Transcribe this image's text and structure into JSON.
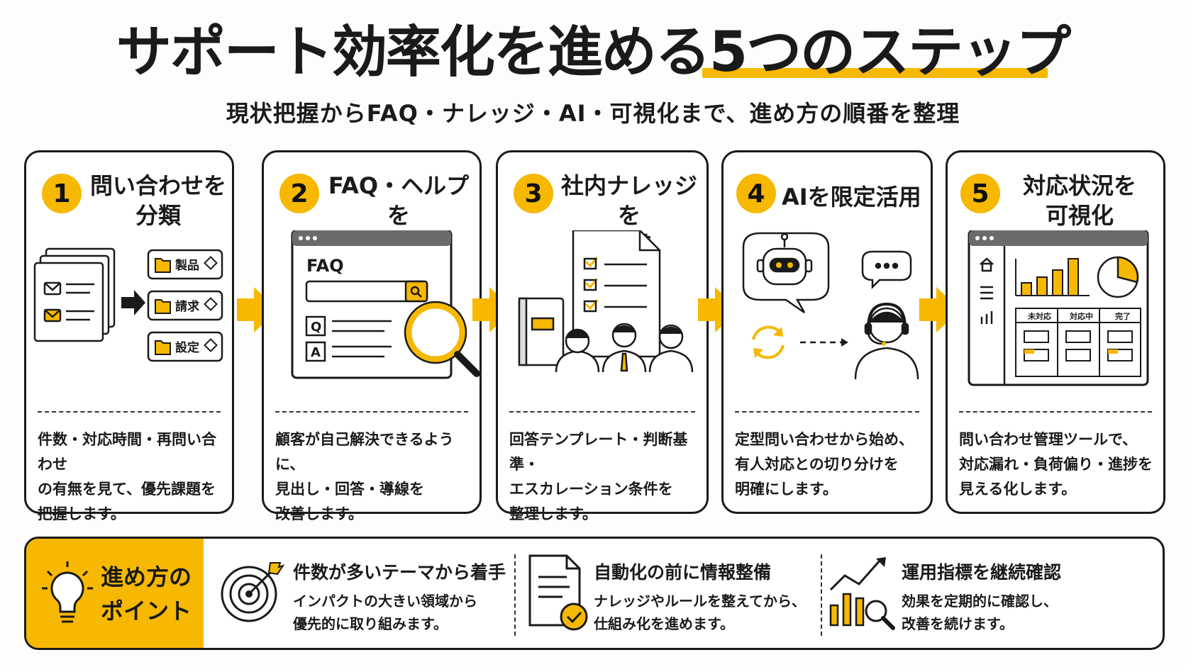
{
  "title": "サポート効率化を進める5つのステップ",
  "subtitle": "現状把握からFAQ・ナレッジ・AI・可視化まで、進め方の順番を整理",
  "colors": {
    "accent": "#f6b800",
    "ink": "#1a1a1a"
  },
  "steps": [
    {
      "number": "1",
      "title": "問い合わせを\n分類",
      "description": "件数・対応時間・再問い合わせ\nの有無を見て、優先課題を\n把握します。",
      "icons": [
        "mail-stack-icon",
        "arrow-right-icon",
        "folder-icon"
      ],
      "categories": [
        "製品",
        "請求",
        "設定"
      ]
    },
    {
      "number": "2",
      "title": "FAQ・ヘルプを\n見直す",
      "description": "顧客が自己解決できるように、\n見出し・回答・導線を\n改善します。",
      "icons": [
        "browser-window-icon",
        "search-icon",
        "magnifier-icon"
      ],
      "faq_label": "FAQ",
      "q_label": "Q",
      "a_label": "A"
    },
    {
      "number": "3",
      "title": "社内ナレッジを\n整備",
      "description": "回答テンプレート・判断基準・\nエスカレーション条件を\n整理します。",
      "icons": [
        "checklist-document-icon",
        "binder-icon",
        "team-icon"
      ]
    },
    {
      "number": "4",
      "title": "AIを限定活用",
      "description": "定型問い合わせから始め、\n有人対応との切り分けを\n明確にします。",
      "icons": [
        "robot-icon",
        "chat-bubble-icon",
        "sync-icon",
        "operator-icon"
      ]
    },
    {
      "number": "5",
      "title": "対応状況を\n可視化",
      "description": "問い合わせ管理ツールで、\n対応漏れ・負荷偏り・進捗を\n見える化します。",
      "icons": [
        "dashboard-icon",
        "home-icon",
        "menu-icon",
        "chart-icon",
        "pie-chart-icon"
      ],
      "board_columns": [
        "未対応",
        "対応中",
        "完了"
      ]
    }
  ],
  "tips": {
    "label": "進め方の\nポイント",
    "icon": "lightbulb-icon",
    "items": [
      {
        "icon": "target-icon",
        "title": "件数が多いテーマから着手",
        "description": "インパクトの大きい領域から\n優先的に取り組みます。"
      },
      {
        "icon": "document-check-icon",
        "title": "自動化の前に情報整備",
        "description": "ナレッジやルールを整えてから、\n仕組み化を進めます。"
      },
      {
        "icon": "growth-chart-icon",
        "title": "運用指標を継続確認",
        "description": "効果を定期的に確認し、\n改善を続けます。"
      }
    ]
  }
}
